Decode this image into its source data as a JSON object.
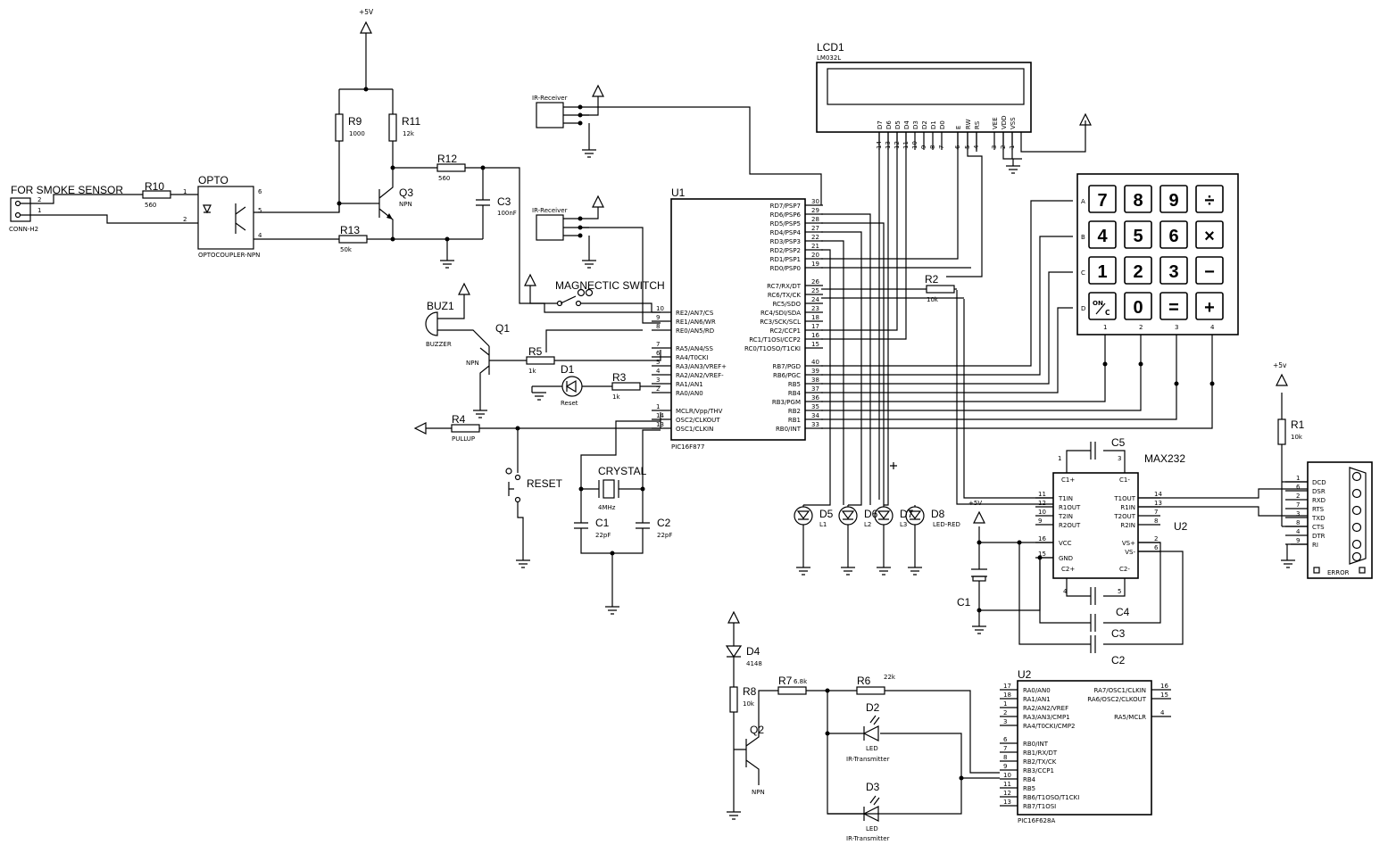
{
  "labels": {
    "lcd": "LCD1",
    "lcd_part": "LM032L",
    "u1": "U1",
    "u1_part": "PIC16F877",
    "max232": "MAX232",
    "max_ref": "U2",
    "u2": "U2",
    "u2_part": "PIC16F628A",
    "smoke": "FOR SMOKE SENSOR",
    "conn": "CONN-H2",
    "opto": "OPTO",
    "opto_part": "OPTOCOUPLER-NPN",
    "irrx": "IR-Receiver",
    "magsw": "MAGNECTIC SWITCH",
    "buz": "BUZ1",
    "buz_part": "BUZZER",
    "reset": "RESET",
    "crystal": "CRYSTAL",
    "crystal_val": "4MHz",
    "pullup": "PULLUP",
    "error": "ERROR",
    "led_red": "LED-RED",
    "led": "LED",
    "irtx": "IR-Transmitter",
    "npn": "NPN",
    "vcc5": "+5V",
    "vcc5b": "+5v"
  },
  "resistors": [
    {
      "ref": "R9",
      "val": "1000"
    },
    {
      "ref": "R11",
      "val": "12k"
    },
    {
      "ref": "R12",
      "val": "560"
    },
    {
      "ref": "R13",
      "val": "50k"
    },
    {
      "ref": "R10",
      "val": "560"
    },
    {
      "ref": "R5",
      "val": "1k"
    },
    {
      "ref": "R3",
      "val": "1k"
    },
    {
      "ref": "R4",
      "val": ""
    },
    {
      "ref": "R2",
      "val": "10k"
    },
    {
      "ref": "R1",
      "val": "10k"
    },
    {
      "ref": "R8",
      "val": "10k"
    },
    {
      "ref": "R7",
      "val": "6.8k"
    },
    {
      "ref": "R6",
      "val": "22k"
    }
  ],
  "caps": [
    {
      "ref": "C3",
      "val": "100nF"
    },
    {
      "ref": "C1",
      "val": "22pF"
    },
    {
      "ref": "C2",
      "val": "22pF"
    },
    {
      "ref": "C5",
      "val": ""
    },
    {
      "ref": "C4",
      "val": ""
    },
    {
      "ref": "C3",
      "val": ""
    },
    {
      "ref": "C2",
      "val": ""
    },
    {
      "ref": "C1",
      "val": ""
    }
  ],
  "diodes": [
    {
      "ref": "D1",
      "val": "Reset"
    },
    {
      "ref": "D5",
      "val": "L1"
    },
    {
      "ref": "D6",
      "val": "L2"
    },
    {
      "ref": "D7",
      "val": "L3"
    },
    {
      "ref": "D8",
      "val": ""
    },
    {
      "ref": "D4",
      "val": "4148"
    },
    {
      "ref": "D2",
      "val": ""
    },
    {
      "ref": "D3",
      "val": ""
    }
  ],
  "transistors": [
    "Q3",
    "Q1",
    "Q2"
  ],
  "keypad": {
    "keys": [
      "7",
      "8",
      "9",
      "÷",
      "4",
      "5",
      "6",
      "×",
      "1",
      "2",
      "3",
      "−",
      "ON/C",
      "0",
      "=",
      "+"
    ],
    "rows": [
      "A",
      "B",
      "C",
      "D"
    ],
    "cols": [
      "1",
      "2",
      "3",
      "4"
    ]
  },
  "u1_left": [
    {
      "pin": "10",
      "name": "RE2/AN7/CS"
    },
    {
      "pin": "9",
      "name": "RE1/AN6/WR"
    },
    {
      "pin": "8",
      "name": "RE0/AN5/RD"
    },
    {
      "pin": "7",
      "name": "RA5/AN4/SS"
    },
    {
      "pin": "6",
      "name": "RA4/T0CKI"
    },
    {
      "pin": "5",
      "name": "RA3/AN3/VREF+"
    },
    {
      "pin": "4",
      "name": "RA2/AN2/VREF-"
    },
    {
      "pin": "3",
      "name": "RA1/AN1"
    },
    {
      "pin": "2",
      "name": "RA0/AN0"
    },
    {
      "pin": "1",
      "name": "MCLR/Vpp/THV"
    },
    {
      "pin": "14",
      "name": "OSC2/CLKOUT"
    },
    {
      "pin": "13",
      "name": "OSC1/CLKIN"
    }
  ],
  "u1_right": [
    {
      "pin": "30",
      "name": "RD7/PSP7"
    },
    {
      "pin": "29",
      "name": "RD6/PSP6"
    },
    {
      "pin": "28",
      "name": "RD5/PSP5"
    },
    {
      "pin": "27",
      "name": "RD4/PSP4"
    },
    {
      "pin": "22",
      "name": "RD3/PSP3"
    },
    {
      "pin": "21",
      "name": "RD2/PSP2"
    },
    {
      "pin": "20",
      "name": "RD1/PSP1"
    },
    {
      "pin": "19",
      "name": "RD0/PSP0"
    },
    {
      "pin": "26",
      "name": "RC7/RX/DT"
    },
    {
      "pin": "25",
      "name": "RC6/TX/CK"
    },
    {
      "pin": "24",
      "name": "RC5/SDO"
    },
    {
      "pin": "23",
      "name": "RC4/SDI/SDA"
    },
    {
      "pin": "18",
      "name": "RC3/SCK/SCL"
    },
    {
      "pin": "17",
      "name": "RC2/CCP1"
    },
    {
      "pin": "16",
      "name": "RC1/T1OSI/CCP2"
    },
    {
      "pin": "15",
      "name": "RC0/T1OSO/T1CKI"
    },
    {
      "pin": "40",
      "name": "RB7/PGD"
    },
    {
      "pin": "39",
      "name": "RB6/PGC"
    },
    {
      "pin": "38",
      "name": "RB5"
    },
    {
      "pin": "37",
      "name": "RB4"
    },
    {
      "pin": "36",
      "name": "RB3/PGM"
    },
    {
      "pin": "35",
      "name": "RB2"
    },
    {
      "pin": "34",
      "name": "RB1"
    },
    {
      "pin": "33",
      "name": "RB0/INT"
    }
  ],
  "lcd_pins": [
    {
      "name": "D7",
      "num": "14"
    },
    {
      "name": "D6",
      "num": "13"
    },
    {
      "name": "D5",
      "num": "12"
    },
    {
      "name": "D4",
      "num": "11"
    },
    {
      "name": "D3",
      "num": "10"
    },
    {
      "name": "D2",
      "num": "9"
    },
    {
      "name": "D1",
      "num": "8"
    },
    {
      "name": "D0",
      "num": "7"
    },
    {
      "name": "E",
      "num": "6"
    },
    {
      "name": "RW",
      "num": "5"
    },
    {
      "name": "RS",
      "num": "4"
    },
    {
      "name": "VEE",
      "num": "3"
    },
    {
      "name": "VDD",
      "num": "2"
    },
    {
      "name": "VSS",
      "num": "1"
    }
  ],
  "max232_left": [
    {
      "pin": "11",
      "name": "T1IN"
    },
    {
      "pin": "12",
      "name": "R1OUT"
    },
    {
      "pin": "10",
      "name": "T2IN"
    },
    {
      "pin": "9",
      "name": "R2OUT"
    },
    {
      "pin": "16",
      "name": "VCC"
    },
    {
      "pin": "15",
      "name": "GND"
    }
  ],
  "max232_right": [
    {
      "pin": "14",
      "name": "T1OUT"
    },
    {
      "pin": "13",
      "name": "R1IN"
    },
    {
      "pin": "7",
      "name": "T2OUT"
    },
    {
      "pin": "8",
      "name": "R2IN"
    },
    {
      "pin": "2",
      "name": "VS+"
    },
    {
      "pin": "6",
      "name": "VS-"
    }
  ],
  "max232_caps": [
    {
      "pin": "1",
      "name": "C1+"
    },
    {
      "pin": "3",
      "name": "C1-"
    },
    {
      "pin": "4",
      "name": "C2+"
    },
    {
      "pin": "5",
      "name": "C2-"
    }
  ],
  "db9": [
    {
      "pin": "1",
      "name": "DCD"
    },
    {
      "pin": "6",
      "name": "DSR"
    },
    {
      "pin": "2",
      "name": "RXD"
    },
    {
      "pin": "7",
      "name": "RTS"
    },
    {
      "pin": "3",
      "name": "TXD"
    },
    {
      "pin": "8",
      "name": "CTS"
    },
    {
      "pin": "4",
      "name": "DTR"
    },
    {
      "pin": "9",
      "name": "RI"
    }
  ],
  "u2_left": [
    {
      "pin": "17",
      "name": "RA0/AN0"
    },
    {
      "pin": "18",
      "name": "RA1/AN1"
    },
    {
      "pin": "1",
      "name": "RA2/AN2/VREF"
    },
    {
      "pin": "2",
      "name": "RA3/AN3/CMP1"
    },
    {
      "pin": "3",
      "name": "RA4/T0CKI/CMP2"
    },
    {
      "pin": "6",
      "name": "RB0/INT"
    },
    {
      "pin": "7",
      "name": "RB1/RX/DT"
    },
    {
      "pin": "8",
      "name": "RB2/TX/CK"
    },
    {
      "pin": "9",
      "name": "RB3/CCP1"
    },
    {
      "pin": "10",
      "name": "RB4"
    },
    {
      "pin": "11",
      "name": "RB5"
    },
    {
      "pin": "12",
      "name": "RB6/T1OSO/T1CKI"
    },
    {
      "pin": "13",
      "name": "RB7/T1OSI"
    }
  ],
  "u2_right": [
    {
      "pin": "16",
      "name": "RA7/OSC1/CLKIN"
    },
    {
      "pin": "15",
      "name": "RA6/OSC2/CLKOUT"
    },
    {
      "pin": "4",
      "name": "RA5/MCLR"
    }
  ]
}
